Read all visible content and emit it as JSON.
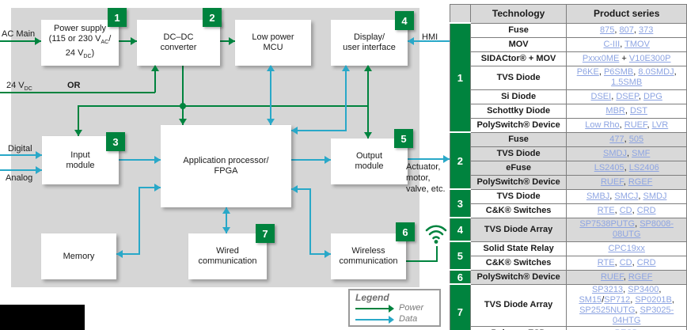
{
  "colors": {
    "green": "#00833E",
    "teal": "#29A8C8",
    "link_blue": "#8DA4E2",
    "panel_gray": "#D6D6D6",
    "row_gray": "#D9D9D9"
  },
  "diagram": {
    "boxes": [
      {
        "id": "power_supply",
        "badge": "1",
        "lines": [
          [
            {
              "t": "Power supply"
            }
          ],
          [
            {
              "t": "(115 or 230 V"
            },
            {
              "t": "AC",
              "sub": true
            },
            {
              "t": "/"
            }
          ],
          [
            {
              "t": "24 V"
            },
            {
              "t": "DC",
              "sub": true
            },
            {
              "t": ")"
            }
          ]
        ]
      },
      {
        "id": "dcdc_converter",
        "badge": "2",
        "lines": [
          [
            {
              "t": "DC–DC"
            }
          ],
          [
            {
              "t": "converter"
            }
          ]
        ]
      },
      {
        "id": "low_power_mcu",
        "lines": [
          [
            {
              "t": "Low power"
            }
          ],
          [
            {
              "t": "MCU"
            }
          ]
        ]
      },
      {
        "id": "display_ui",
        "badge": "4",
        "lines": [
          [
            {
              "t": "Display/"
            }
          ],
          [
            {
              "t": "user interface"
            }
          ]
        ]
      },
      {
        "id": "input_module",
        "badge": "3",
        "lines": [
          [
            {
              "t": "Input"
            }
          ],
          [
            {
              "t": "module"
            }
          ]
        ]
      },
      {
        "id": "app_processor",
        "lines": [
          [
            {
              "t": "Application processor/"
            }
          ],
          [
            {
              "t": "FPGA"
            }
          ]
        ]
      },
      {
        "id": "output_module",
        "badge": "5",
        "lines": [
          [
            {
              "t": "Output"
            }
          ],
          [
            {
              "t": "module"
            }
          ]
        ]
      },
      {
        "id": "memory",
        "lines": [
          [
            {
              "t": "Memory"
            }
          ]
        ]
      },
      {
        "id": "wired_comm",
        "badge": "7",
        "lines": [
          [
            {
              "t": "Wired"
            }
          ],
          [
            {
              "t": "communication"
            }
          ]
        ]
      },
      {
        "id": "wireless_comm",
        "badge": "6",
        "lines": [
          [
            {
              "t": "Wireless"
            }
          ],
          [
            {
              "t": "communication"
            }
          ]
        ]
      }
    ],
    "labels": {
      "ac_main": [
        {
          "t": "AC Main"
        }
      ],
      "v24": [
        {
          "t": "24 V"
        },
        {
          "t": "DC",
          "sub": true
        }
      ],
      "or": [
        {
          "t": "OR"
        }
      ],
      "digital": [
        {
          "t": "Digital"
        }
      ],
      "analog": [
        {
          "t": "Analog"
        }
      ],
      "hmi": [
        {
          "t": "HMI"
        }
      ],
      "actuator_lines": [
        "Actuator,",
        "motor,",
        "valve, etc."
      ]
    },
    "legend": {
      "title": "Legend",
      "power": "Power",
      "data": "Data"
    }
  },
  "table": {
    "header": {
      "technology": "Technology",
      "product_series": "Product series"
    },
    "groups": [
      {
        "num": "1",
        "shaded": false,
        "rows": [
          {
            "technology": "Fuse",
            "products": [
              {
                "t": "875",
                "link": true
              },
              {
                "t": ", "
              },
              {
                "t": "807",
                "link": true
              },
              {
                "t": ", "
              },
              {
                "t": "373",
                "link": true
              }
            ]
          },
          {
            "technology": "MOV",
            "products": [
              {
                "t": "C-III",
                "link": true
              },
              {
                "t": ", "
              },
              {
                "t": "TMOV",
                "link": true
              }
            ]
          },
          {
            "technology": "SIDACtor® + MOV",
            "products": [
              {
                "t": "Pxxx0ME",
                "link": true
              },
              {
                "t": " + "
              },
              {
                "t": "V10E300P",
                "link": true
              }
            ]
          },
          {
            "technology": "TVS Diode",
            "tall": 30,
            "products": [
              {
                "t": "P6KE",
                "link": true
              },
              {
                "t": ", "
              },
              {
                "t": "P6SMB",
                "link": true
              },
              {
                "t": ", "
              },
              {
                "t": "8.0SMDJ",
                "link": true
              },
              {
                "t": ", "
              },
              {
                "t": "1.5SMB",
                "link": true
              }
            ]
          },
          {
            "technology": "Si Diode",
            "products": [
              {
                "t": "DSEI",
                "link": true
              },
              {
                "t": ", "
              },
              {
                "t": "DSEP",
                "link": true
              },
              {
                "t": ", "
              },
              {
                "t": "DPG",
                "link": true
              }
            ]
          },
          {
            "technology": "Schottky Diode",
            "products": [
              {
                "t": "MBR",
                "link": true
              },
              {
                "t": ", "
              },
              {
                "t": "DST",
                "link": true
              }
            ]
          },
          {
            "technology": "PolySwitch® Device",
            "products": [
              {
                "t": "Low Rho",
                "link": true
              },
              {
                "t": ", "
              },
              {
                "t": "RUEF",
                "link": true
              },
              {
                "t": ", "
              },
              {
                "t": "LVR",
                "link": true
              }
            ]
          }
        ]
      },
      {
        "num": "2",
        "shaded": true,
        "rows": [
          {
            "technology": "Fuse",
            "products": [
              {
                "t": "477",
                "link": true
              },
              {
                "t": ", "
              },
              {
                "t": "505",
                "link": true
              }
            ]
          },
          {
            "technology": "TVS Diode",
            "products": [
              {
                "t": "SMDJ",
                "link": true
              },
              {
                "t": ", "
              },
              {
                "t": "SMF",
                "link": true
              }
            ]
          },
          {
            "technology": "eFuse",
            "products": [
              {
                "t": "LS2405",
                "link": true
              },
              {
                "t": ", "
              },
              {
                "t": "LS2406",
                "link": true
              }
            ]
          },
          {
            "technology": "PolySwitch® Device",
            "products": [
              {
                "t": "RUEF",
                "link": true
              },
              {
                "t": ", "
              },
              {
                "t": "RGEF",
                "link": true
              }
            ]
          }
        ]
      },
      {
        "num": "3",
        "shaded": false,
        "rows": [
          {
            "technology": "TVS Diode",
            "products": [
              {
                "t": "SMBJ",
                "link": true
              },
              {
                "t": ", "
              },
              {
                "t": "SMCJ",
                "link": true
              },
              {
                "t": ", "
              },
              {
                "t": "SMDJ",
                "link": true
              }
            ]
          },
          {
            "technology": "C&K® Switches",
            "products": [
              {
                "t": "RTE",
                "link": true
              },
              {
                "t": ", "
              },
              {
                "t": "CD",
                "link": true
              },
              {
                "t": ", "
              },
              {
                "t": "CRD",
                "link": true
              }
            ]
          }
        ]
      },
      {
        "num": "4",
        "shaded": true,
        "rows": [
          {
            "technology": "TVS Diode Array",
            "tall": 30,
            "products": [
              {
                "t": "SP7538PUTG",
                "link": true
              },
              {
                "t": ", "
              },
              {
                "t": "SP8008-08UTG",
                "link": true
              }
            ]
          }
        ]
      },
      {
        "num": "5",
        "shaded": false,
        "rows": [
          {
            "technology": "Solid State Relay",
            "products": [
              {
                "t": "CPC19xx",
                "link": true
              }
            ]
          },
          {
            "technology": "C&K® Switches",
            "products": [
              {
                "t": "RTE",
                "link": true
              },
              {
                "t": ", "
              },
              {
                "t": "CD",
                "link": true
              },
              {
                "t": ", "
              },
              {
                "t": "CRD",
                "link": true
              }
            ]
          }
        ]
      },
      {
        "num": "6",
        "shaded": true,
        "rows": [
          {
            "technology": "PolySwitch® Device",
            "products": [
              {
                "t": "RUEF",
                "link": true
              },
              {
                "t": ", "
              },
              {
                "t": "RGEF",
                "link": true
              }
            ]
          }
        ]
      },
      {
        "num": "7",
        "shaded": false,
        "rows": [
          {
            "technology": "TVS Diode Array",
            "tall": 44,
            "products": [
              {
                "t": "SP3213",
                "link": true
              },
              {
                "t": ", "
              },
              {
                "t": "SP3400",
                "link": true
              },
              {
                "t": ", "
              },
              {
                "t": "SM15",
                "link": true
              },
              {
                "t": "/"
              },
              {
                "t": "SP712",
                "link": true
              },
              {
                "t": ", "
              },
              {
                "t": "SP0201B",
                "link": true
              },
              {
                "t": ", "
              },
              {
                "t": "SP2525NUTG",
                "link": true
              },
              {
                "t": ", "
              },
              {
                "t": "SP3025-04HTG",
                "link": true
              }
            ]
          },
          {
            "technology": "Polymer ESD",
            "products": [
              {
                "t": "PESD",
                "link": true
              }
            ]
          }
        ]
      }
    ]
  }
}
